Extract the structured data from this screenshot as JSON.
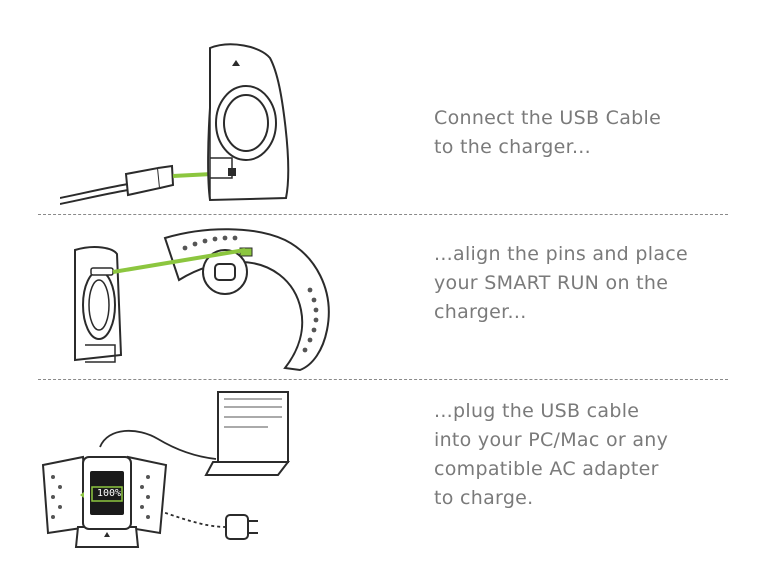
{
  "steps": [
    {
      "caption": "Connect the USB Cable\nto the charger..."
    },
    {
      "caption": "...align the pins and place\nyour SMART RUN on the\ncharger..."
    },
    {
      "caption": "...plug the USB cable\ninto your PC/Mac or any\ncompatible AC adapter\nto charge."
    }
  ],
  "screen": {
    "percent": "100%"
  },
  "colors": {
    "accent": "#8cc63f",
    "line": "#2b2b2b",
    "text": "#7a7a7a"
  }
}
